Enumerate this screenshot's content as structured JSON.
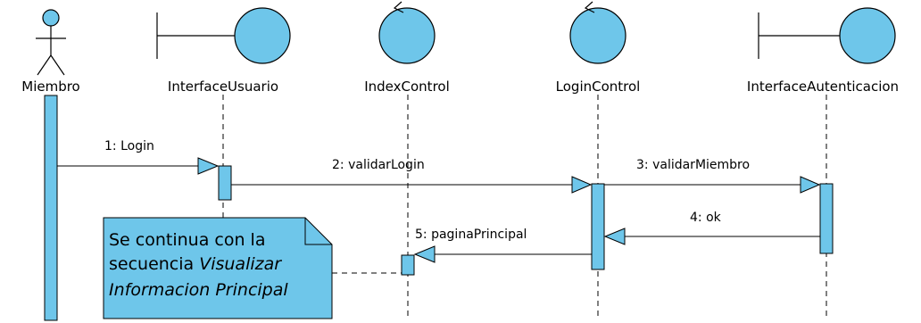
{
  "colors": {
    "fill": "#6ec6ea",
    "stroke": "#000000",
    "note_fill": "#6ec6ea",
    "background": "#ffffff"
  },
  "participants": [
    {
      "id": "miembro",
      "kind": "actor",
      "label": "Miembro"
    },
    {
      "id": "interface_usuario",
      "kind": "boundary",
      "label": "InterfaceUsuario"
    },
    {
      "id": "index_control",
      "kind": "control",
      "label": "IndexControl"
    },
    {
      "id": "login_control",
      "kind": "control",
      "label": "LoginControl"
    },
    {
      "id": "interface_autenticacion",
      "kind": "boundary",
      "label": "InterfaceAutenticacion"
    }
  ],
  "messages": [
    {
      "id": "m1",
      "label": "1: Login",
      "from": "miembro",
      "to": "interface_usuario"
    },
    {
      "id": "m2",
      "label": "2: validarLogin",
      "from": "interface_usuario",
      "to": "login_control"
    },
    {
      "id": "m3",
      "label": "3: validarMiembro",
      "from": "login_control",
      "to": "interface_autenticacion"
    },
    {
      "id": "m4",
      "label": "4: ok",
      "from": "interface_autenticacion",
      "to": "login_control"
    },
    {
      "id": "m5",
      "label": "5: paginaPrincipal",
      "from": "login_control",
      "to": "index_control"
    }
  ],
  "note": {
    "line1": "Se continua con la",
    "line2_plain": "secuencia ",
    "line2_italic": "Visualizar",
    "line3_italic": "Informacion Principal"
  }
}
